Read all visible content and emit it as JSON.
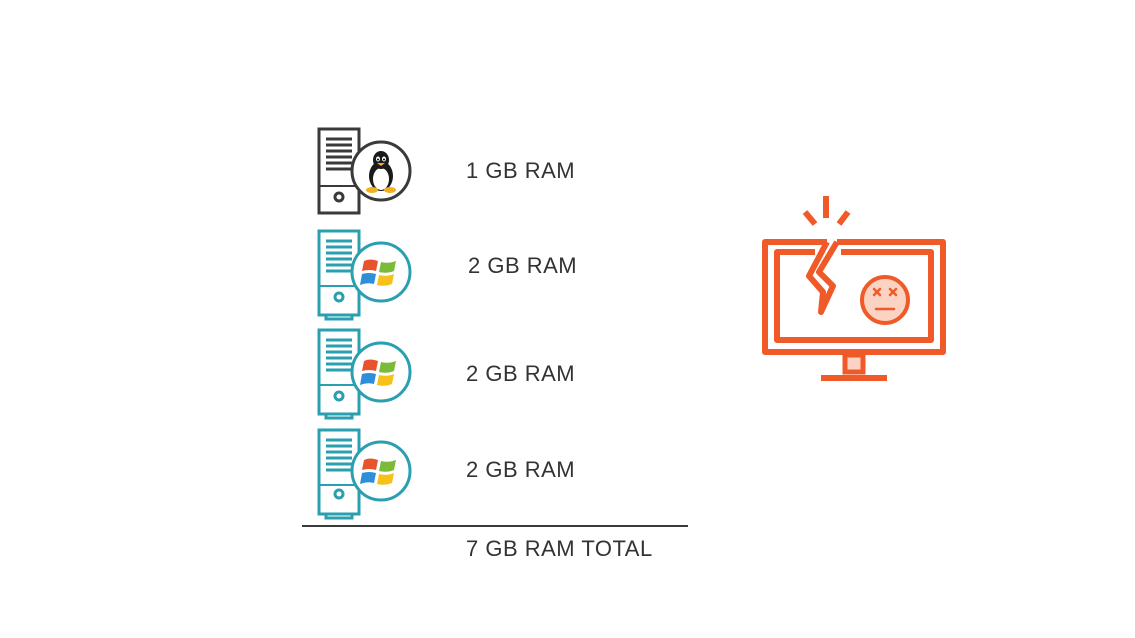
{
  "servers": [
    {
      "os": "linux",
      "icon": "linux-tux-icon",
      "ram_label": "1 GB RAM",
      "color": "#3a3a3a"
    },
    {
      "os": "windows",
      "icon": "windows-logo-icon",
      "ram_label": "2 GB RAM",
      "color": "#2a9fb0"
    },
    {
      "os": "windows",
      "icon": "windows-logo-icon",
      "ram_label": "2 GB RAM",
      "color": "#2a9fb0"
    },
    {
      "os": "windows",
      "icon": "windows-logo-icon",
      "ram_label": "2 GB RAM",
      "color": "#2a9fb0"
    }
  ],
  "total": {
    "label": "7 GB RAM TOTAL"
  },
  "broken_monitor": {
    "icon": "broken-monitor-icon",
    "color": "#f05a28"
  }
}
